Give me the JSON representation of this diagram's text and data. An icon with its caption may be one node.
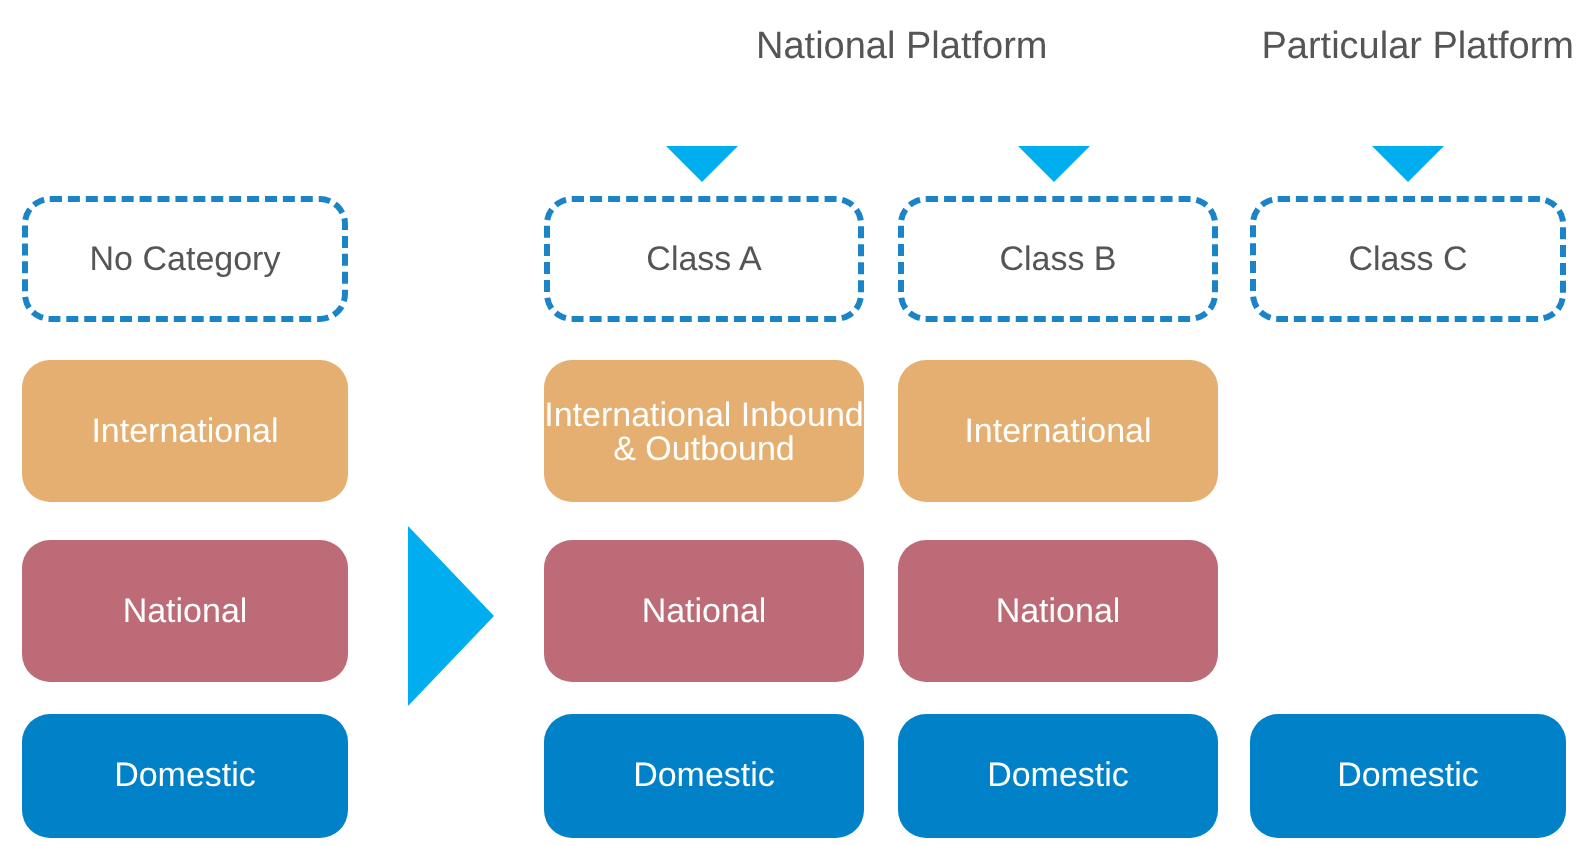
{
  "diagram": {
    "nodes": [
      {
        "text": [
          "No Category"
        ]
      },
      {
        "text": [
          "Class A"
        ]
      },
      {
        "text": [
          "Class B"
        ]
      },
      {
        "text": [
          "Class C"
        ]
      },
      {
        "text": [
          "International"
        ]
      },
      {
        "text": [
          "International Inbound & Outbound"
        ]
      },
      {
        "text": [
          "International"
        ]
      },
      {
        "text": [
          "National"
        ]
      },
      {
        "text": [
          "National"
        ]
      },
      {
        "text": [
          "National"
        ]
      },
      {
        "text": [
          "Domestic"
        ]
      },
      {
        "text": [
          "Domestic"
        ]
      },
      {
        "text": [
          "Domestic"
        ]
      },
      {
        "text": [
          "Domestic"
        ]
      }
    ],
    "labels": [
      "National Platform",
      "Particular Platform"
    ]
  }
}
